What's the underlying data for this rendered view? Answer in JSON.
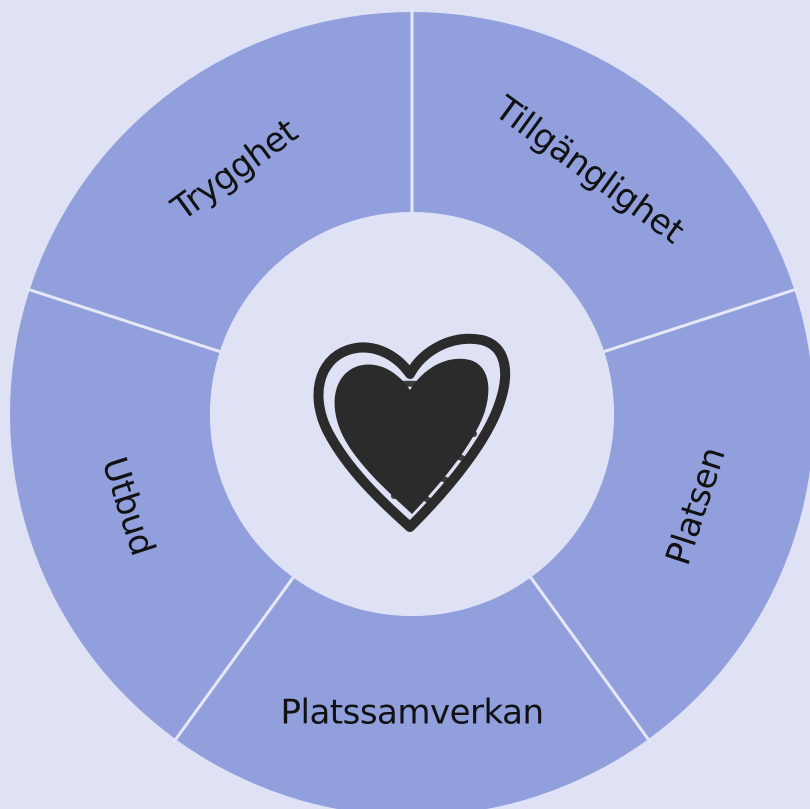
{
  "colors": {
    "background": "#dfe2f5",
    "segment_fill": "#919fdd",
    "divider": "#e6e8f8",
    "center_fill": "#dfe2f5",
    "heart": "#2b2b2b",
    "label": "#111111"
  },
  "center_icon": "heart-icon",
  "segments": [
    {
      "label": "Tillgänglighet"
    },
    {
      "label": "Platsen"
    },
    {
      "label": "Platssamverkan"
    },
    {
      "label": "Utbud"
    },
    {
      "label": "Trygghet"
    }
  ]
}
